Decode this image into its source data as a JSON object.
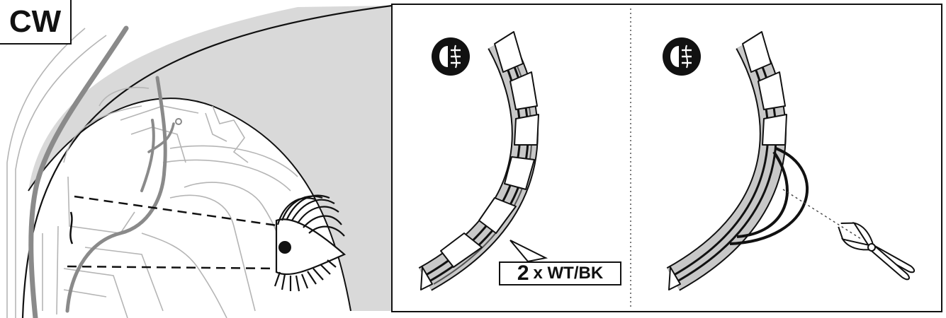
{
  "labels": {
    "direction": "CW",
    "wire_count": "2",
    "wire_spec": "x WT/BK"
  },
  "icons": {
    "left_panel": "fog-light-icon",
    "right_panel": "fog-light-icon",
    "observer": "eye-icon",
    "tool": "side-cutter-pliers-icon"
  },
  "colors": {
    "line": "#111111",
    "shade": "#d9d9d9",
    "wire_grey": "#8a8a8a"
  }
}
